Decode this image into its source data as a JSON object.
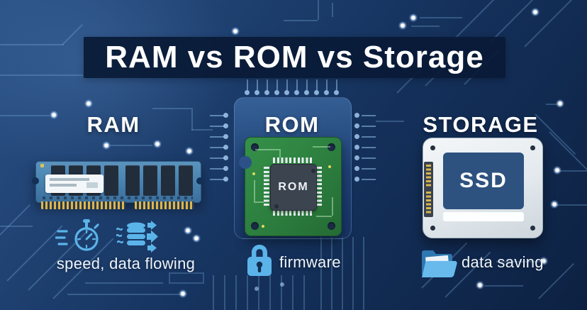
{
  "title": "RAM vs ROM vs Storage",
  "columns": {
    "ram": {
      "heading": "RAM",
      "caption": "speed, data flowing",
      "icons": [
        "stopwatch-icon",
        "data-flow-icon"
      ],
      "illustration": "memory-module"
    },
    "rom": {
      "heading": "ROM",
      "chip_label": "ROM",
      "caption": "firmware",
      "icons": [
        "lock-icon"
      ],
      "illustration": "rom-chip-board"
    },
    "storage": {
      "heading": "STORAGE",
      "device_label": "SSD",
      "caption": "data saving",
      "icons": [
        "folder-icon"
      ],
      "illustration": "ssd-drive"
    }
  },
  "colors": {
    "background_top": "#2b5287",
    "background_bottom": "#0d2142",
    "title_band": "#091a36",
    "text_white": "#ffffff",
    "icon_blue": "#5bb4e9",
    "circuit_trace_blue": "#7fb3e0",
    "ram_pcb_blue": "#4e89b6",
    "ram_chip_dark": "#222d3c",
    "pin_gold": "#dcb74b",
    "rom_board_green": "#2f8342",
    "rom_chip_gray": "#3c4450",
    "rom_panel_blue": "#2c5890",
    "ssd_body_gray": "#e9edf1",
    "ssd_label_navy": "#2d5280"
  }
}
